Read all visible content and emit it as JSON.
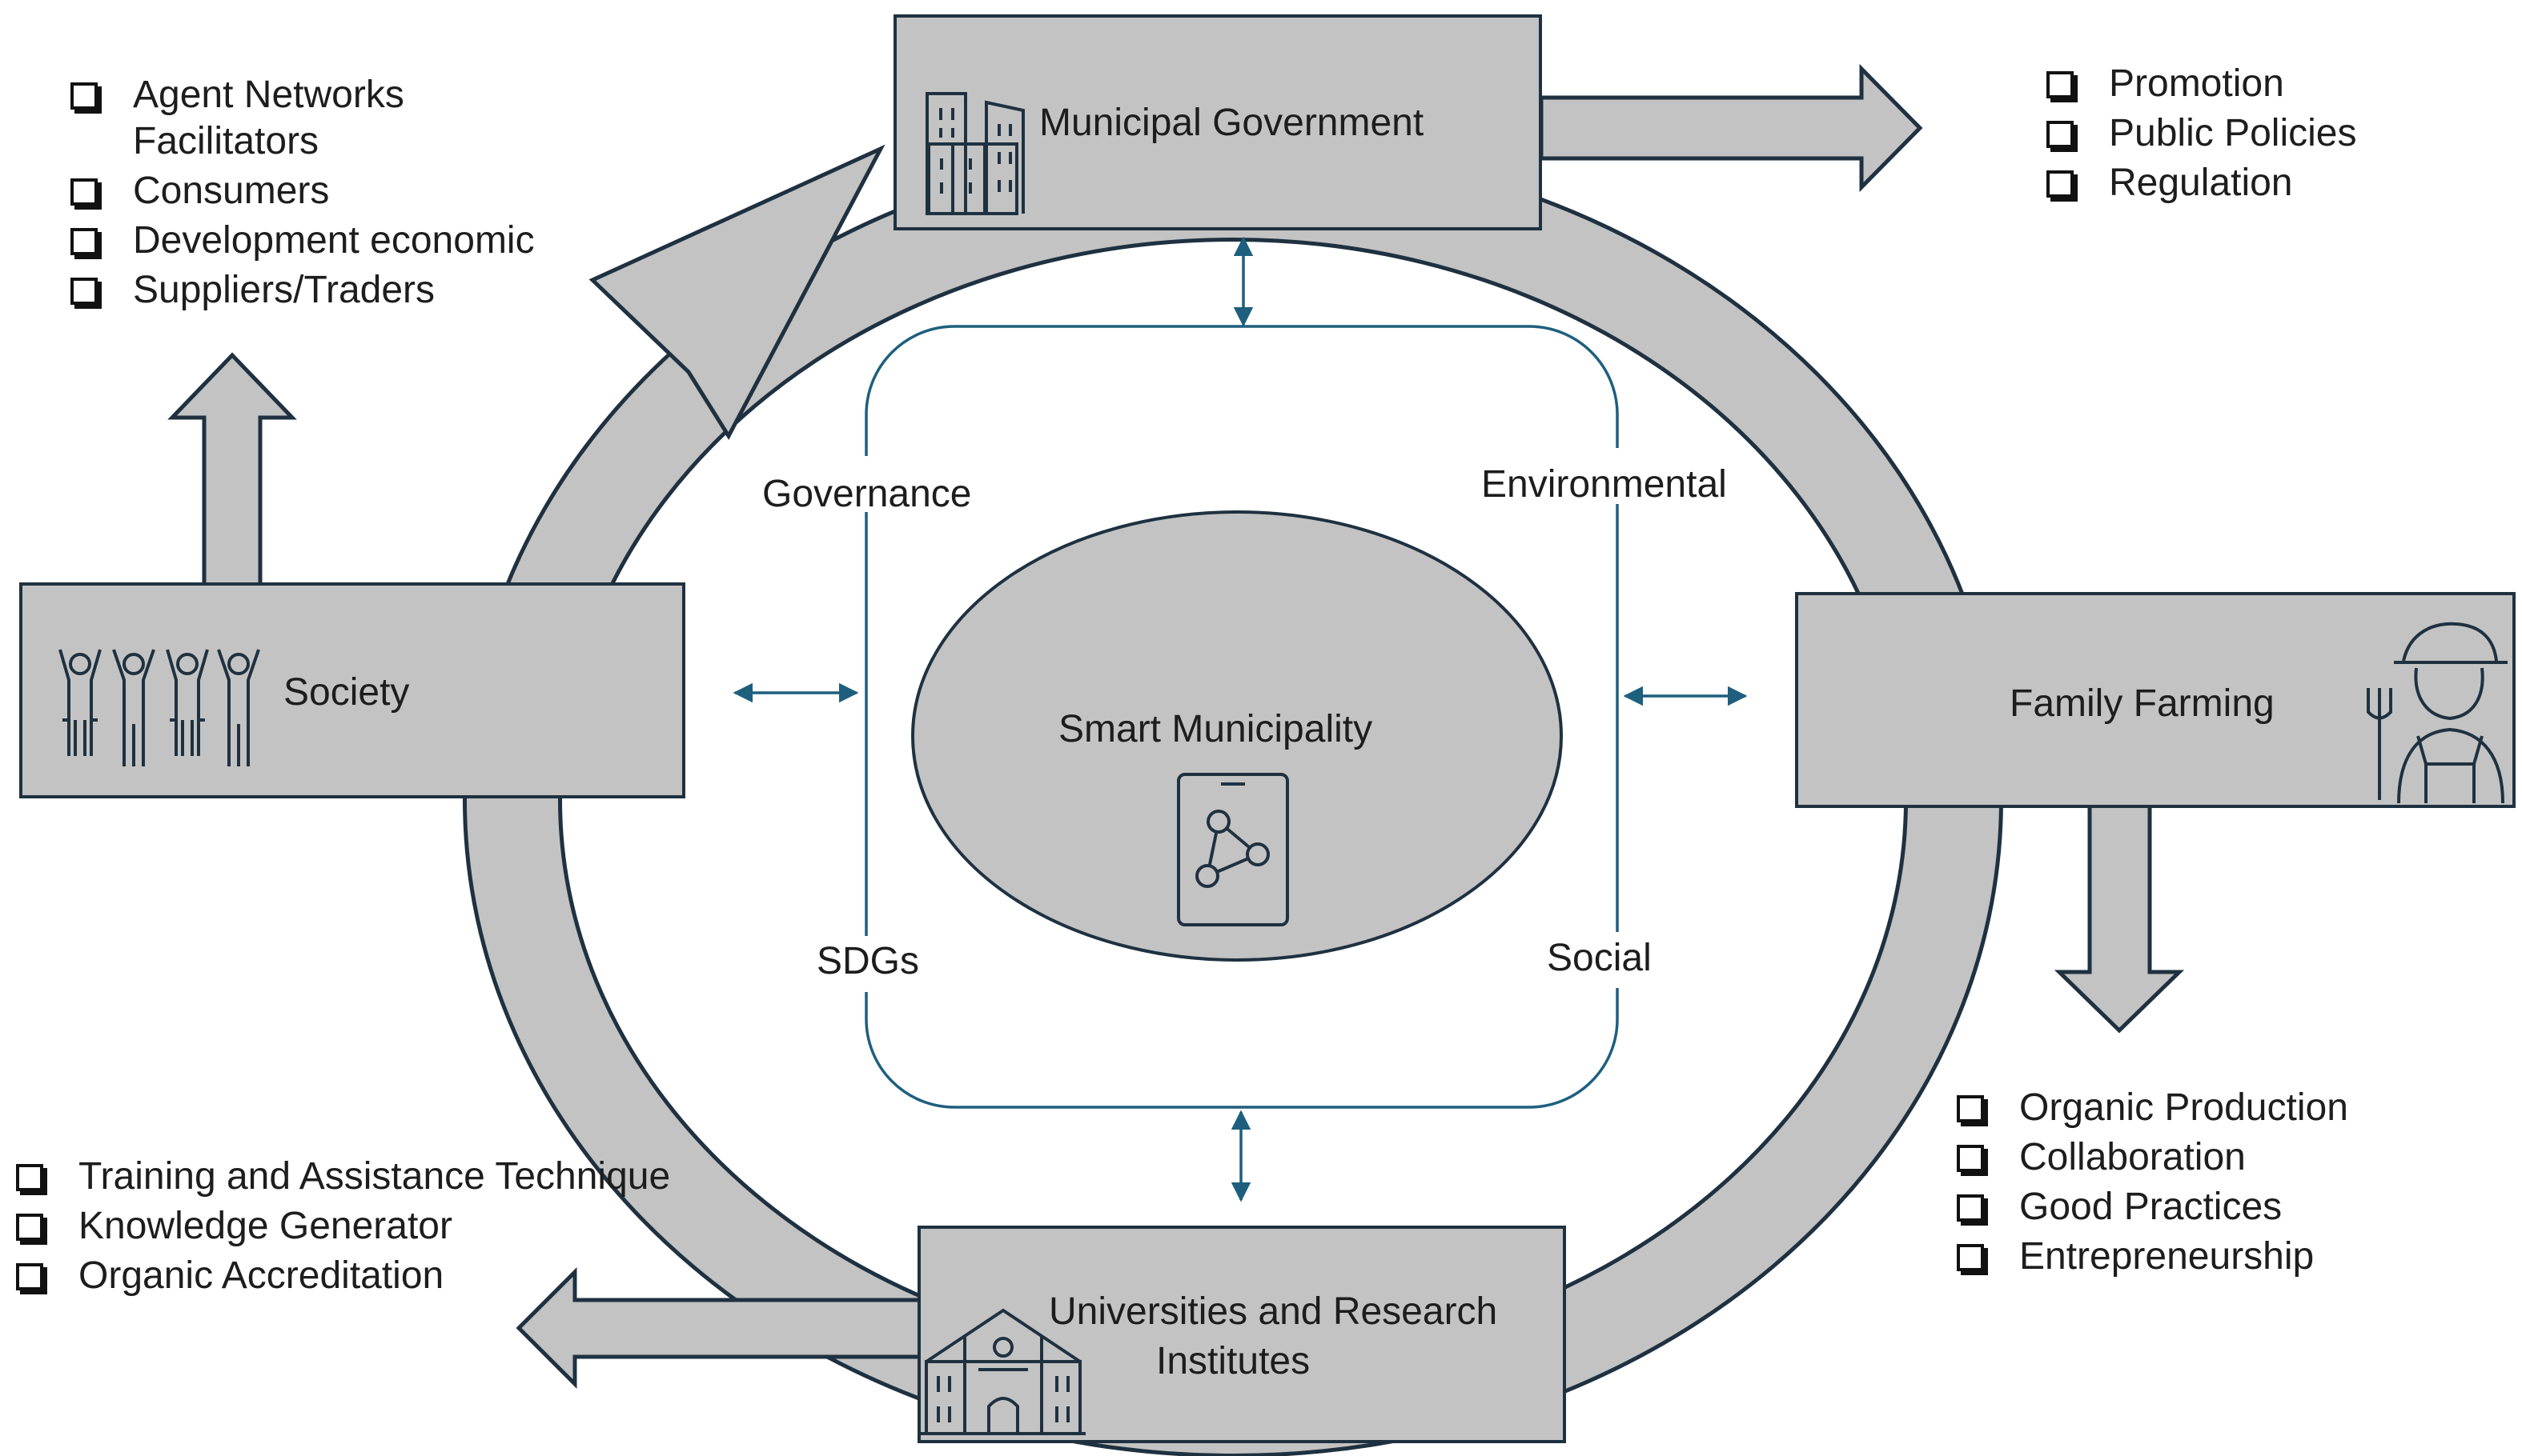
{
  "nodes": {
    "municipal_government": "Municipal Government",
    "society": "Society",
    "family_farming": "Family Farming",
    "universities": [
      "Universities and Research",
      "Institutes"
    ],
    "center": "Smart Municipality"
  },
  "dimensions": {
    "governance": "Governance",
    "environmental": "Environmental",
    "sdgs": "SDGs",
    "social": "Social"
  },
  "lists": {
    "society": [
      "Agent Networks",
      "Facilitators",
      "Consumers",
      "Development economic",
      "Suppliers/Traders"
    ],
    "municipal_government": [
      "Promotion",
      "Public Policies",
      "Regulation"
    ],
    "family_farming": [
      "Organic Production",
      "Collaboration",
      "Good Practices",
      "Entrepreneurship"
    ],
    "universities": [
      "Training and Assistance Technique",
      "Knowledge Generator",
      "Organic Accreditation"
    ]
  },
  "colors": {
    "box_fill": "#c3c3c3",
    "stroke": "#1f3140",
    "accent": "#1e5f7e"
  }
}
